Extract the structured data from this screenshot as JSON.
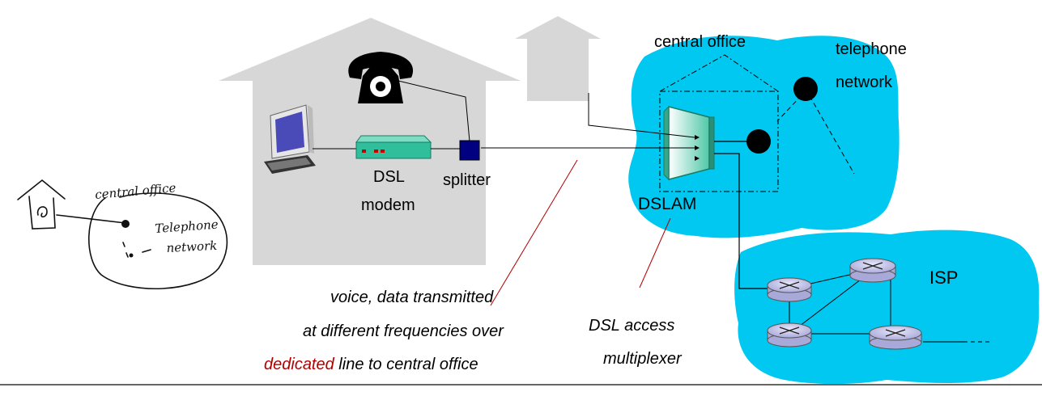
{
  "labels": {
    "dsl_modem_line1": "DSL",
    "dsl_modem_line2": "modem",
    "splitter": "splitter",
    "central_office": "central office",
    "telephone_network_line1": "telephone",
    "telephone_network_line2": "network",
    "dslam": "DSLAM",
    "isp": "ISP",
    "dslam_caption_line1": "DSL access",
    "dslam_caption_line2": "multiplexer",
    "voice_caption_line1": "voice, data transmitted",
    "voice_caption_line2": "at different frequencies over",
    "voice_caption_line3_highlight": "dedicated",
    "voice_caption_line3_rest": " line to central office"
  },
  "handwritten_sketch": {
    "central_office": "central office",
    "telephone": "Telephone",
    "network": "network"
  },
  "colors": {
    "house": "#d7d7d7",
    "cloud": "#00c8f0",
    "modem": "#2fbf9a",
    "splitter": "#000080",
    "router": "#c9c9ea",
    "highlight": "#b00000"
  }
}
